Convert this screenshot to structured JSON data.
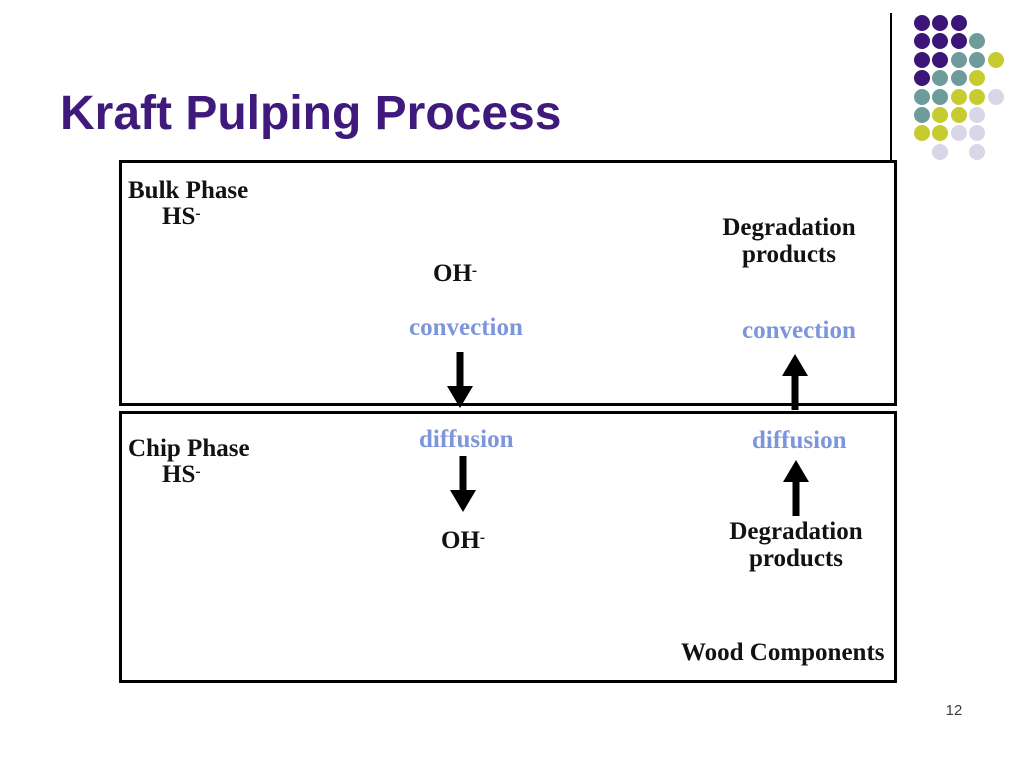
{
  "slide": {
    "title": "Kraft Pulping Process",
    "page_number": "12"
  },
  "colors": {
    "title": "#3F1A7C",
    "label_blue": "#7D96DB",
    "text_black": "#121212",
    "page_gray": "#3F3F3F",
    "dot_purple": "#3B1578",
    "dot_teal": "#6E9C9B",
    "dot_yellow": "#C6CC2F",
    "dot_lavender": "#D7D7E8"
  },
  "decoration": {
    "dot_rows": [
      "PPP..",
      "PPPT.",
      "PPTTY",
      "PTTY.",
      "TTYYL",
      "TYYL.",
      "YYLL.",
      ".L.L."
    ]
  },
  "bulk_phase": {
    "label_line1": "Bulk Phase",
    "hs_base": "HS",
    "hs_sup": "-",
    "oh_base": "OH",
    "oh_sup": "-",
    "left_mechanism": "convection",
    "right_mechanism": "convection",
    "degradation_line1": "Degradation",
    "degradation_line2": "products"
  },
  "chip_phase": {
    "label_line1": "Chip Phase",
    "hs_base": "HS",
    "hs_sup": "-",
    "left_mechanism": "diffusion",
    "right_mechanism": "diffusion",
    "oh_base": "OH",
    "oh_sup": "-",
    "degradation_line1": "Degradation",
    "degradation_line2": "products",
    "wood_components": "Wood Components"
  }
}
